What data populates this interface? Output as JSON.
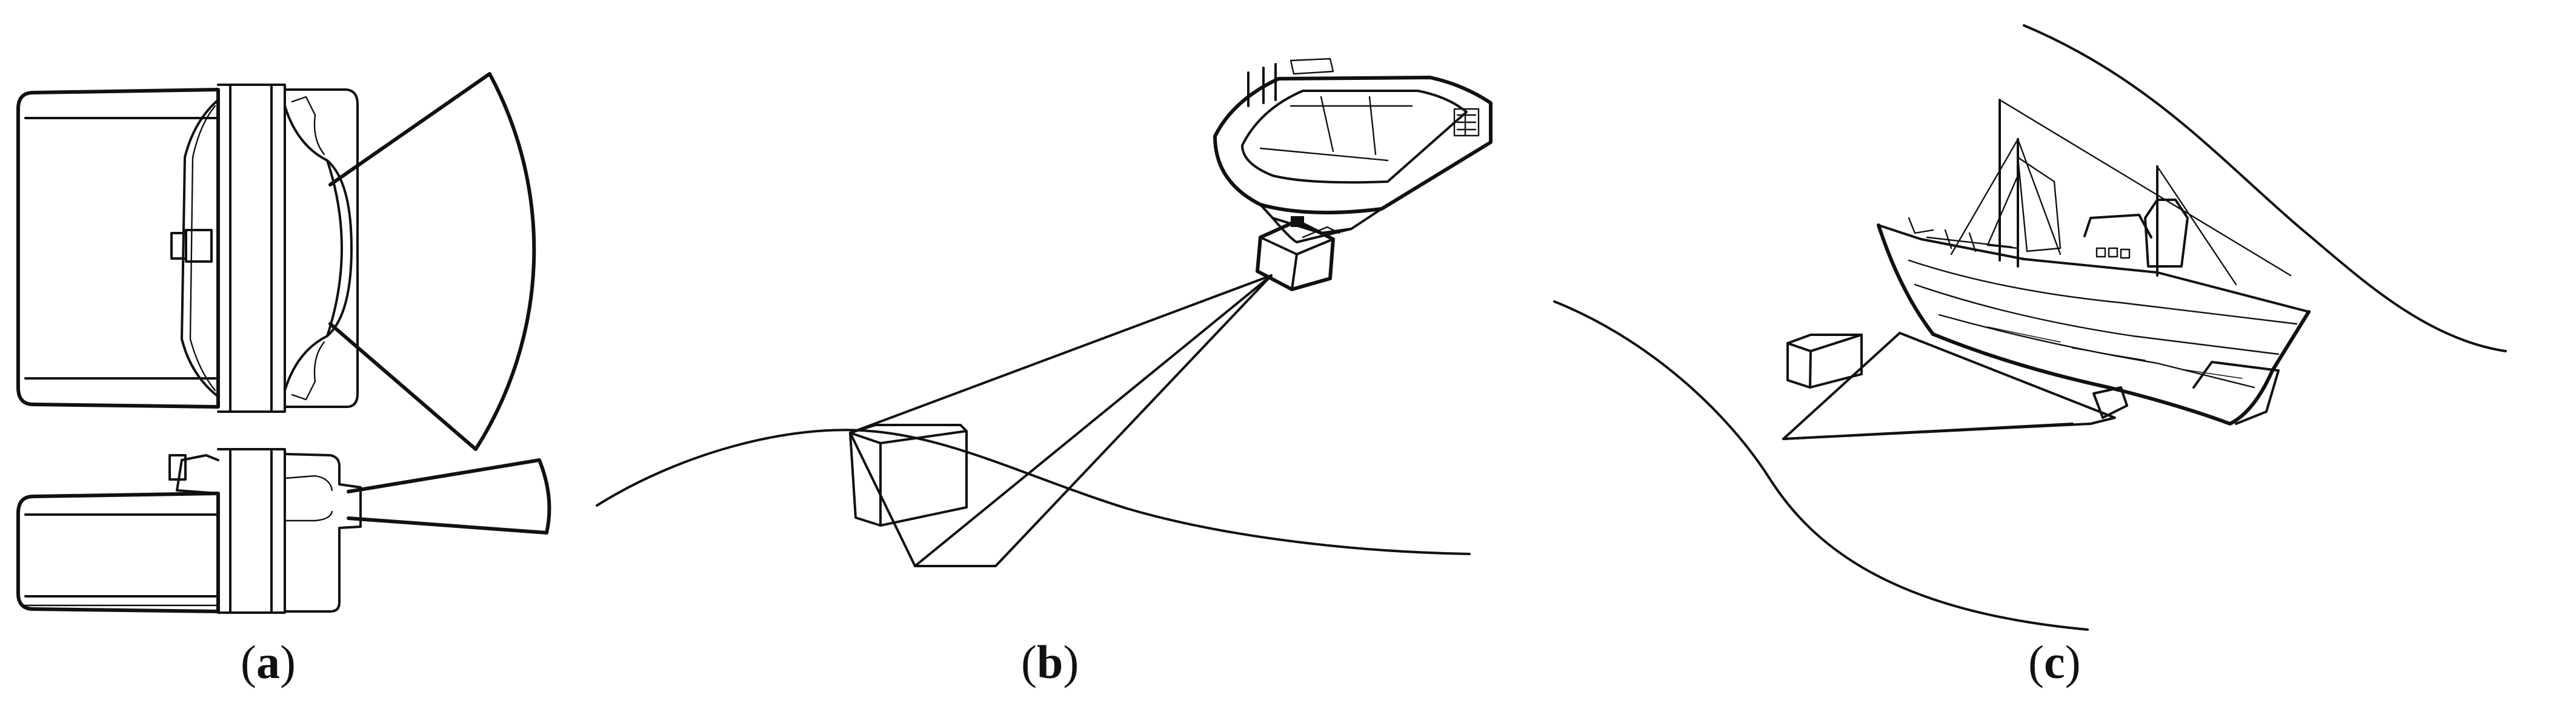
{
  "panels": [
    {
      "id": "a",
      "caption_open": "(",
      "caption_letter": "a",
      "caption_close": ")"
    },
    {
      "id": "b",
      "caption_open": "(",
      "caption_letter": "b",
      "caption_close": ")"
    },
    {
      "id": "c",
      "caption_open": "(",
      "caption_letter": "c",
      "caption_close": ")"
    }
  ],
  "colors": {
    "ink": "#111111",
    "background": "#ffffff"
  }
}
